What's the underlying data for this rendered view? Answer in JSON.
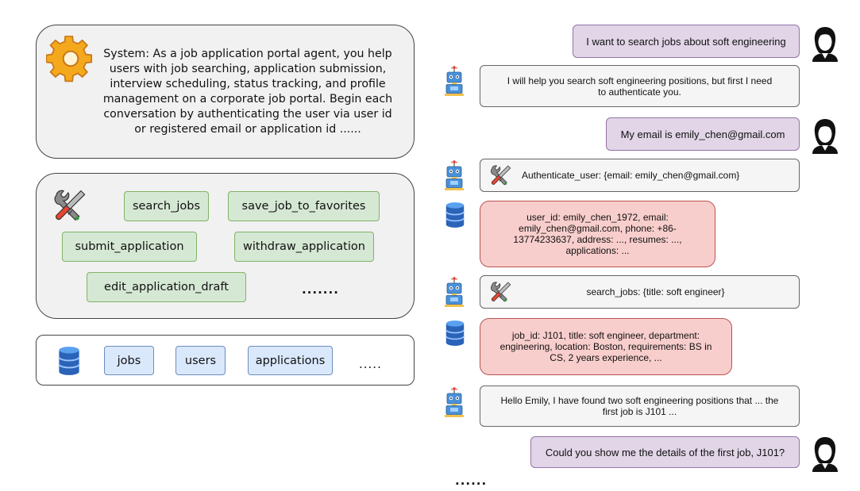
{
  "system_prompt": {
    "lines": [
      "System: As a job application portal agent, you help",
      "users with job searching, application submission,",
      "interview scheduling, status tracking, and profile",
      "management on a corporate job portal. Begin each",
      "conversation by authenticating the user via user id",
      "or registered email or application id ......"
    ]
  },
  "tools": {
    "items": [
      "search_jobs",
      "save_job_to_favorites",
      "submit_application",
      "withdraw_application",
      "edit_application_draft"
    ],
    "more": "......."
  },
  "databases": {
    "items": [
      "jobs",
      "users",
      "applications"
    ],
    "more": "....."
  },
  "conversation": [
    {
      "role": "user",
      "text": "I want to search jobs about soft engineering"
    },
    {
      "role": "agent",
      "lines": [
        "I will help you search soft engineering positions, but first I need",
        "to authenticate you."
      ]
    },
    {
      "role": "user",
      "text": "My email is emily_chen@gmail.com"
    },
    {
      "role": "tool",
      "text": "Authenticate_user: {email: emily_chen@gmail.com}"
    },
    {
      "role": "db",
      "lines": [
        "user_id: emily_chen_1972, email:",
        "emily_chen@gmail.com, phone: +86-",
        "13774233637, address: ..., resumes: ...,",
        "applications: ..."
      ]
    },
    {
      "role": "tool",
      "text": "search_jobs: {title: soft engineer}"
    },
    {
      "role": "db",
      "lines": [
        "job_id: J101, title: soft engineer, department:",
        "engineering, location: Boston, requirements: BS in",
        "CS, 2 years experience, ..."
      ]
    },
    {
      "role": "agent",
      "lines": [
        "Hello Emily, I have found two soft engineering positions that ... the",
        "first job is J101 ..."
      ]
    },
    {
      "role": "user",
      "text": "Could you show me the details of the first job, J101?"
    }
  ],
  "continuation": "......",
  "icons": {
    "system": "gear-icon",
    "tools": "tools-icon",
    "database": "database-icon",
    "user": "user-avatar-icon",
    "agent": "robot-icon"
  },
  "colors": {
    "user_bubble": "#e1d5e7",
    "agent_bubble": "#f5f5f5",
    "db_bubble": "#f8cecc",
    "tool_chip": "#d5e8d4",
    "db_chip": "#dae8fc"
  }
}
